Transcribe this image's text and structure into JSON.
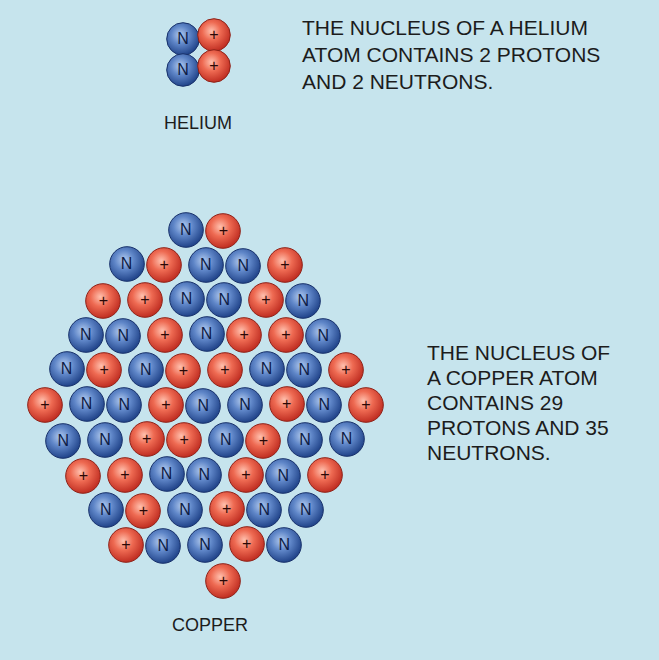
{
  "diagram": {
    "nodes": [
      {
        "text": [
          "N"
        ]
      },
      {
        "text": [
          "+"
        ]
      },
      {
        "text": [
          "N"
        ]
      },
      {
        "text": [
          "+"
        ]
      },
      {
        "text": [
          "N"
        ]
      },
      {
        "text": [
          "+"
        ]
      },
      {
        "text": [
          "N"
        ]
      },
      {
        "text": [
          "+"
        ]
      },
      {
        "text": [
          "N"
        ]
      },
      {
        "text": [
          "N"
        ]
      },
      {
        "text": [
          "+"
        ]
      },
      {
        "text": [
          "+"
        ]
      },
      {
        "text": [
          "+"
        ]
      },
      {
        "text": [
          "N"
        ]
      },
      {
        "text": [
          "N"
        ]
      },
      {
        "text": [
          "+"
        ]
      },
      {
        "text": [
          "N"
        ]
      },
      {
        "text": [
          "N"
        ]
      },
      {
        "text": [
          "N"
        ]
      },
      {
        "text": [
          "+"
        ]
      },
      {
        "text": [
          "N"
        ]
      },
      {
        "text": [
          "+"
        ]
      },
      {
        "text": [
          "+"
        ]
      },
      {
        "text": [
          "N"
        ]
      },
      {
        "text": [
          "N"
        ]
      },
      {
        "text": [
          "+"
        ]
      },
      {
        "text": [
          "N"
        ]
      },
      {
        "text": [
          "+"
        ]
      },
      {
        "text": [
          "+"
        ]
      },
      {
        "text": [
          "N"
        ]
      },
      {
        "text": [
          "N"
        ]
      },
      {
        "text": [
          "+"
        ]
      },
      {
        "text": [
          "+"
        ]
      },
      {
        "text": [
          "N"
        ]
      },
      {
        "text": [
          "N"
        ]
      },
      {
        "text": [
          "+"
        ]
      },
      {
        "text": [
          "N"
        ]
      },
      {
        "text": [
          "N"
        ]
      },
      {
        "text": [
          "+"
        ]
      },
      {
        "text": [
          "N"
        ]
      },
      {
        "text": [
          "+"
        ]
      },
      {
        "text": [
          "N"
        ]
      },
      {
        "text": [
          "N"
        ]
      },
      {
        "text": [
          "+"
        ]
      },
      {
        "text": [
          "+"
        ]
      },
      {
        "text": [
          "N"
        ]
      },
      {
        "text": [
          "+"
        ]
      },
      {
        "text": [
          "N"
        ]
      },
      {
        "text": [
          "N"
        ]
      },
      {
        "text": [
          "+"
        ]
      },
      {
        "text": [
          "+"
        ]
      },
      {
        "text": [
          "N"
        ]
      },
      {
        "text": [
          "N"
        ]
      },
      {
        "text": [
          "+"
        ]
      },
      {
        "text": [
          "N"
        ]
      },
      {
        "text": [
          "+"
        ]
      },
      {
        "text": [
          "N"
        ]
      },
      {
        "text": [
          "+"
        ]
      },
      {
        "text": [
          "N"
        ]
      },
      {
        "text": [
          "+"
        ]
      },
      {
        "text": [
          "N"
        ]
      },
      {
        "text": [
          "N"
        ]
      },
      {
        "text": [
          "+"
        ]
      },
      {
        "text": [
          "N"
        ]
      },
      {
        "text": [
          "N"
        ]
      },
      {
        "text": [
          "+"
        ]
      },
      {
        "text": [
          "N"
        ]
      },
      {
        "text": [
          "+"
        ]
      }
    ],
    "labels": [
      "THE NUCLEUS OF A HELIUM ATOM CONTAINS 2 PROTONS AND 2 NEUTRONS.",
      "HELIUM",
      "THE NUCLEUS OF A COPPER ATOM CONTAINS 29 PROTONS AND 35 NEUTRONS.",
      "COPPER"
    ]
  }
}
